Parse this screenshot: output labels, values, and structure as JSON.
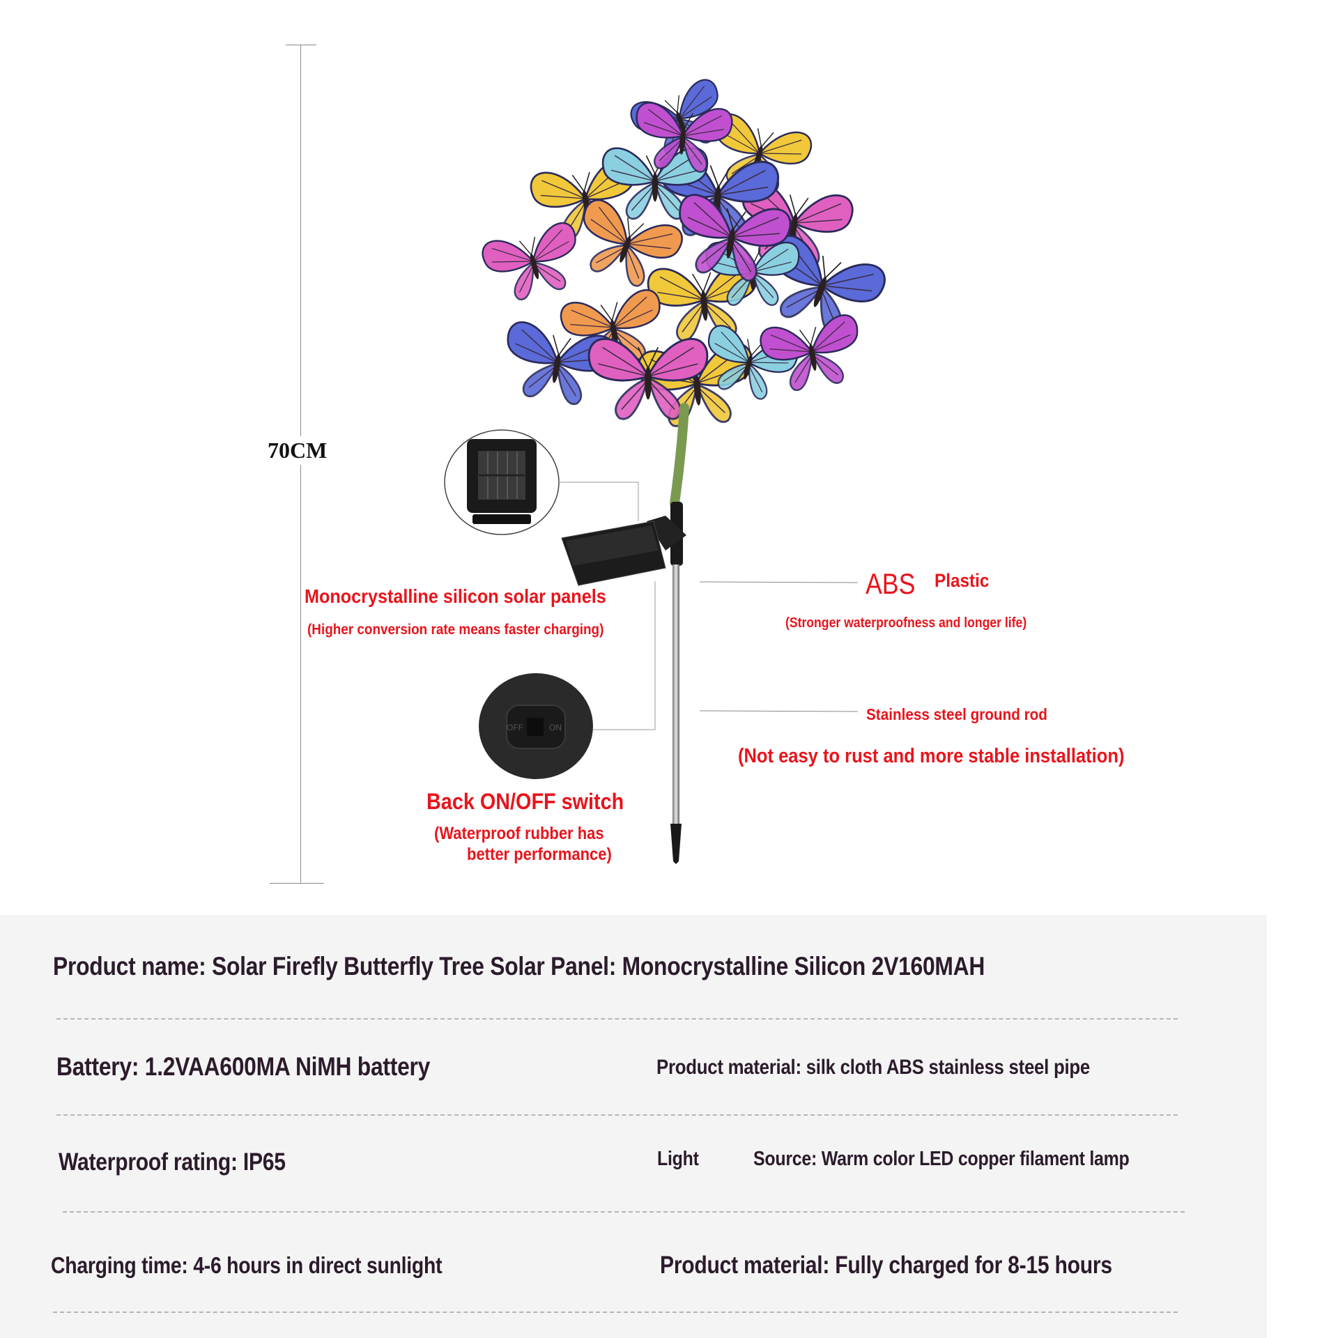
{
  "dimension": {
    "label": "70CM"
  },
  "callouts": {
    "solar_title": "Monocrystalline silicon solar panels",
    "solar_sub": "(Higher conversion rate means faster charging)",
    "abs_title": "ABS",
    "abs_title2": "Plastic",
    "abs_sub": "(Stronger waterproofness and longer life)",
    "rod_title": "Stainless steel ground rod",
    "rod_sub": "(Not easy to rust and more stable installation)",
    "switch_title": "Back ON/OFF switch",
    "switch_sub1": "(Waterproof rubber has",
    "switch_sub2": "better performance)",
    "switch_off": "OFF",
    "switch_on": "ON"
  },
  "specs": {
    "product_name": "Product name: Solar Firefly Butterfly Tree Solar Panel: Monocrystalline Silicon 2V160MAH",
    "battery": "Battery: 1.2VAA600MA NiMH battery",
    "material": "Product material: silk cloth ABS stainless steel pipe",
    "waterproof": "Waterproof rating: IP65",
    "light_label": "Light",
    "light_value": "Source: Warm color LED copper filament lamp",
    "charging": "Charging time: 4-6 hours in direct sunlight",
    "duration": "Product material: Fully charged for 8-15 hours"
  },
  "colors": {
    "accent_red": "#e8141c",
    "spec_text": "#2b1b2b",
    "panel_bg": "#f4f4f4",
    "butterfly_palette": [
      "#f0c83a",
      "#e060c0",
      "#5a6ad8",
      "#f09a50",
      "#c050d0",
      "#8ad0e0"
    ]
  }
}
